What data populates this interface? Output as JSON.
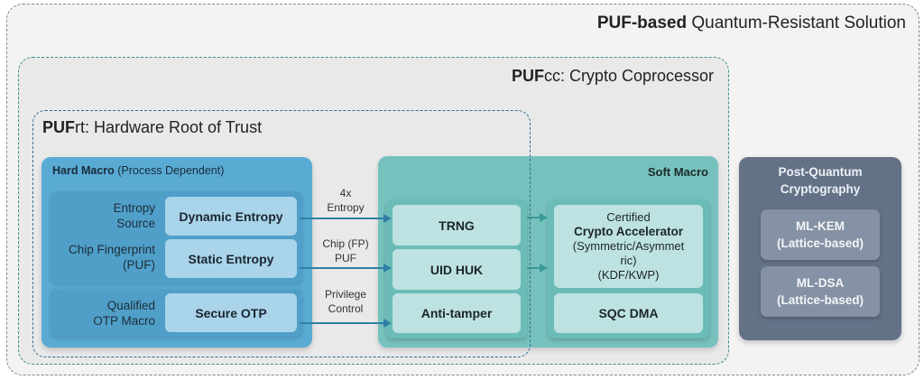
{
  "outer": {
    "title_bold": "PUF-based",
    "title_rest": " Quantum-Resistant Solution"
  },
  "pufcc": {
    "title_bold": "PUF",
    "title_rest": "cc: Crypto Coprocessor"
  },
  "pufrt": {
    "title_bold": "PUF",
    "title_rest": "rt: Hardware Root of Trust"
  },
  "hard_macro": {
    "title_bold": "Hard Macro",
    "title_rest": " (Process Dependent)",
    "rows": [
      {
        "label_line1": "Entropy",
        "label_line2": "Source",
        "box": "Dynamic Entropy"
      },
      {
        "label_line1": "Chip Fingerprint",
        "label_line2": "(PUF)",
        "box": "Static Entropy"
      },
      {
        "label_line1": "Qualified",
        "label_line2": "OTP Macro",
        "box": "Secure OTP"
      }
    ]
  },
  "connectors": [
    {
      "line1": "4x",
      "line2": "Entropy"
    },
    {
      "line1": "Chip (FP)",
      "line2": "PUF"
    },
    {
      "line1": "Privilege",
      "line2": "Control"
    }
  ],
  "soft_macro": {
    "title": "Soft Macro",
    "left_boxes": [
      "TRNG",
      "UID HUK",
      "Anti-tamper"
    ],
    "crypto_accel": {
      "line1": "Certified",
      "line2": "Crypto Accelerator",
      "line3": "(Symmetric/Asymmet",
      "line4": "ric)",
      "line5": "(KDF/KWP)"
    },
    "dma": "SQC DMA"
  },
  "pqc": {
    "title_line1": "Post-Quantum",
    "title_line2": "Cryptography",
    "boxes": [
      {
        "line1": "ML-KEM",
        "line2": "(Lattice-based)"
      },
      {
        "line1": "ML-DSA",
        "line2": "(Lattice-based)"
      }
    ]
  }
}
